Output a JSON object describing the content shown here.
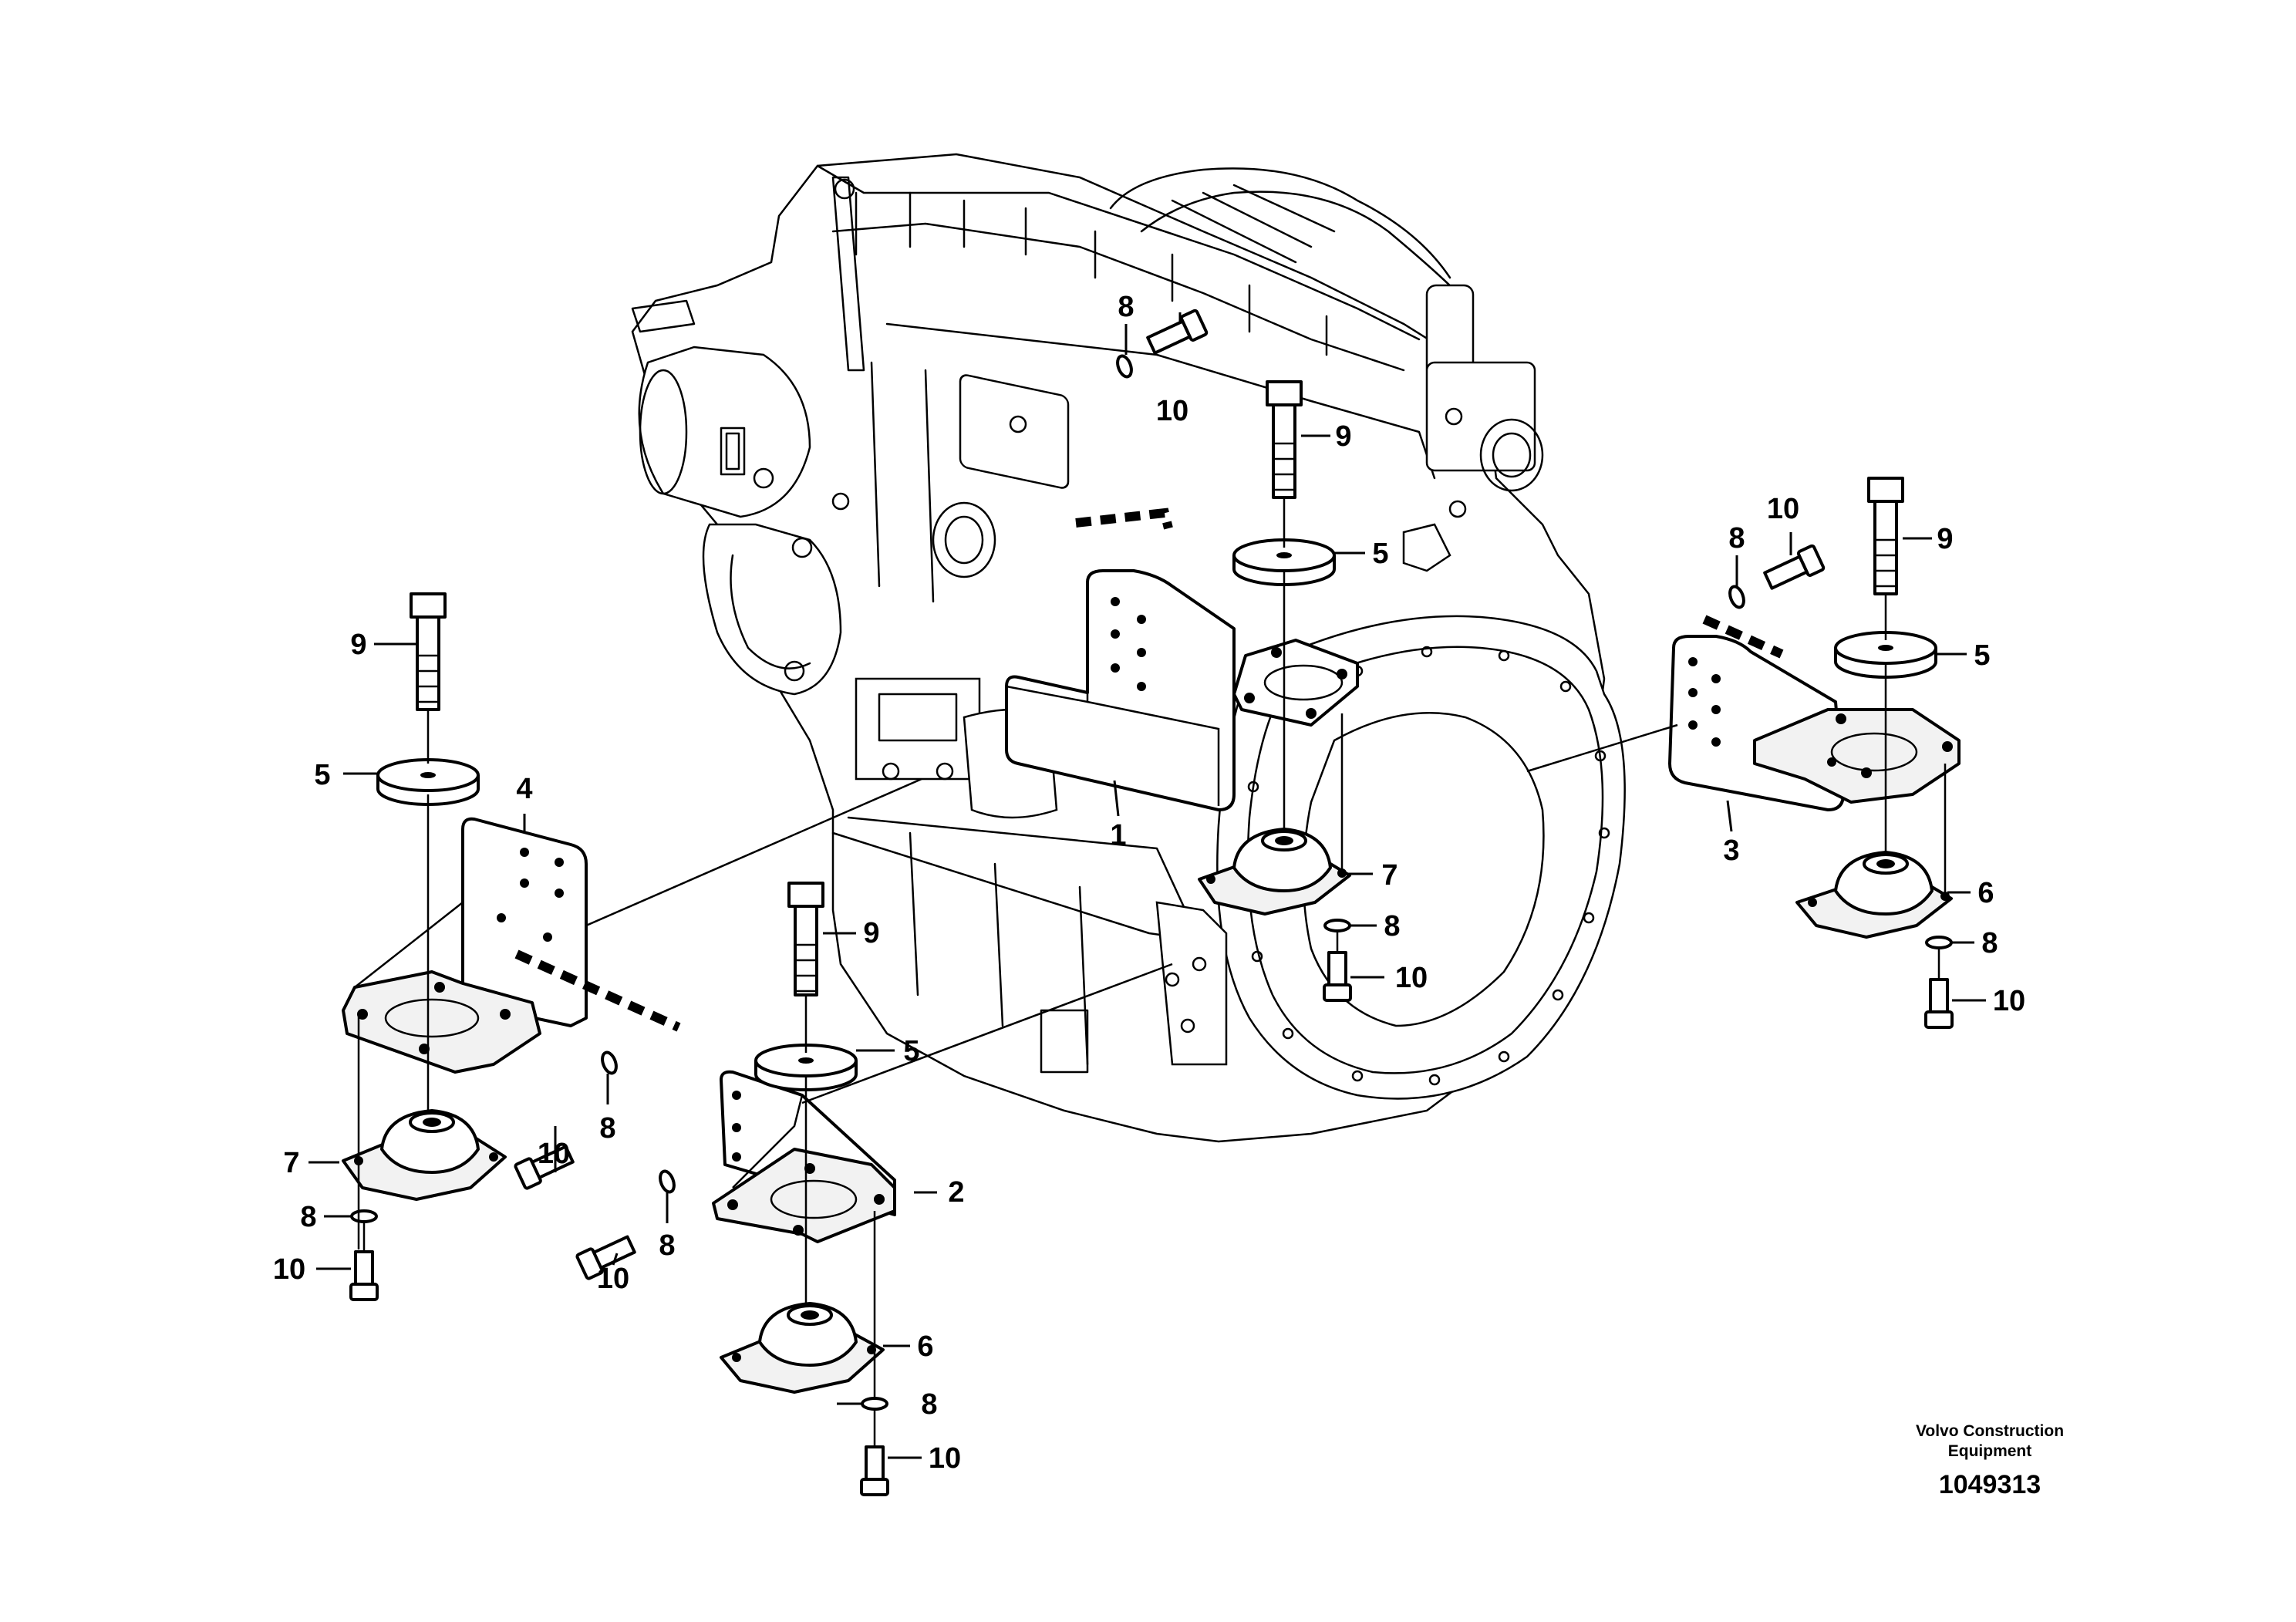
{
  "footer": {
    "brand_line1": "Volvo Construction",
    "brand_line2": "Equipment",
    "drawing_number": "1049313"
  },
  "callouts": {
    "c1": "1",
    "c2": "2",
    "c3": "3",
    "c4": "4",
    "c5a": "5",
    "c5b": "5",
    "c5c": "5",
    "c5d": "5",
    "c6a": "6",
    "c6b": "6",
    "c7a": "7",
    "c7b": "7",
    "c8a": "8",
    "c8b": "8",
    "c8c": "8",
    "c8d": "8",
    "c8e": "8",
    "c8f": "8",
    "c8g": "8",
    "c8h": "8",
    "c9a": "9",
    "c9b": "9",
    "c9c": "9",
    "c9d": "9",
    "c10a": "10",
    "c10b": "10",
    "c10c": "10",
    "c10d": "10",
    "c10e": "10",
    "c10f": "10",
    "c10g": "10",
    "c10h": "10"
  }
}
